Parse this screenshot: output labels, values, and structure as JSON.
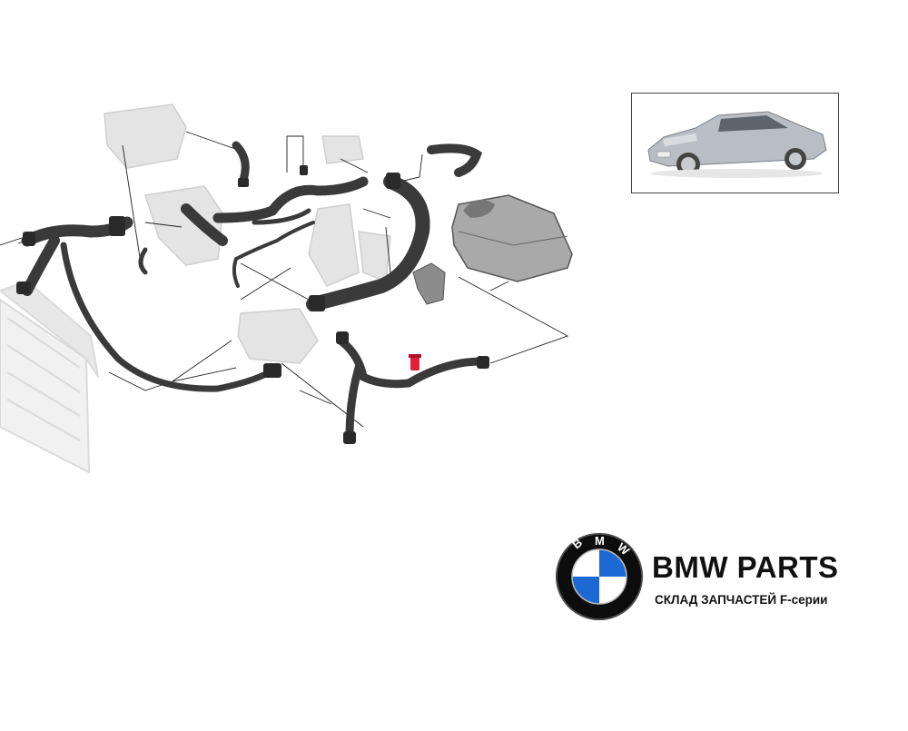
{
  "logo": {
    "emblem_letters": "BMW",
    "title": "BMW PARTS",
    "subtitle": "СКЛАД ЗАПЧАСТЕЙ F-серии"
  },
  "colors": {
    "hose": "#3a3a3a",
    "ghost_part": "#d8d8d8",
    "highlight": "#e0203a",
    "bmw_blue": "#1c69d4",
    "car_silver": "#b9bec4"
  },
  "icons": {
    "emblem": "bmw-roundel-icon",
    "car": "sedan-car-icon"
  }
}
